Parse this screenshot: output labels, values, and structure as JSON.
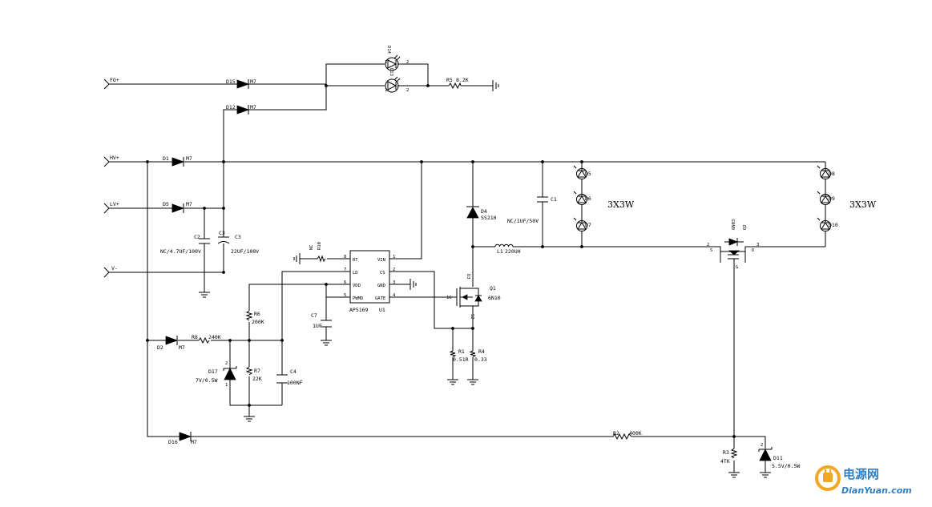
{
  "ports": {
    "fo": "FO+",
    "hv": "HV+",
    "lv": "LV+",
    "vneg": "V-"
  },
  "diodes": {
    "d15": {
      "ref": "D15",
      "value": "M7"
    },
    "d12": {
      "ref": "D12",
      "value": "M7"
    },
    "d1": {
      "ref": "D1",
      "value": "M7"
    },
    "d5": {
      "ref": "D5",
      "value": "M7"
    },
    "d2": {
      "ref": "D2",
      "value": "M7"
    },
    "d16": {
      "ref": "D16",
      "value": "M7"
    },
    "d4": {
      "ref": "D4",
      "value": "SS210"
    },
    "d17": {
      "ref": "D17",
      "value": "7V/0.5W"
    },
    "d11": {
      "ref": "D11",
      "value": "5.5V/0.5W"
    }
  },
  "leds": {
    "d14": "D14",
    "d13": "D13",
    "d5l": "D5",
    "d6": "D6",
    "d7": "D7",
    "d8": "D8",
    "d9": "D9",
    "d10": "D10",
    "pin1": "1",
    "pin2": "2"
  },
  "resistors": {
    "r5": {
      "ref": "R5",
      "value": "8.2K"
    },
    "r10": {
      "ref": "R10",
      "value": "NC"
    },
    "r6": {
      "ref": "R6",
      "value": "200K"
    },
    "r8": {
      "ref": "R8",
      "value": "240K"
    },
    "r7": {
      "ref": "R7",
      "value": "22K"
    },
    "r1": {
      "ref": "R1",
      "value": "0.51R"
    },
    "r4": {
      "ref": "R4",
      "value": "0.33"
    },
    "r2": {
      "ref": "R2",
      "value": "400K"
    },
    "r3": {
      "ref": "R3",
      "value": "4TK"
    }
  },
  "caps": {
    "c2": {
      "ref": "C2",
      "value": "NC/4.7UF/100V"
    },
    "c3": {
      "ref": "C3",
      "value": "22UF/100V"
    },
    "c1": {
      "ref": "C1",
      "value": "NC/1UF/50V"
    },
    "c7": {
      "ref": "C7",
      "value": "1UF"
    },
    "c4": {
      "ref": "C4",
      "value": "100NF"
    }
  },
  "inductor": {
    "ref": "L1",
    "value": "220UH"
  },
  "ic": {
    "ref": "U1",
    "part": "AP5169",
    "pins_left": [
      {
        "num": "8",
        "name": "RT"
      },
      {
        "num": "7",
        "name": "LD"
      },
      {
        "num": "6",
        "name": "VDD"
      },
      {
        "num": "5",
        "name": "PWMD"
      }
    ],
    "pins_right": [
      {
        "num": "1",
        "name": "VIN"
      },
      {
        "num": "2",
        "name": "CS"
      },
      {
        "num": "3",
        "name": "GND"
      },
      {
        "num": "4",
        "name": "GATE"
      }
    ]
  },
  "mosfets": {
    "q1": {
      "ref": "Q1",
      "value": "6N10",
      "pin_d": "D3",
      "pin_s": "S2",
      "pin_g": "1G"
    },
    "q2": {
      "ref": "Q2",
      "value": "6N03",
      "pin_g": "G",
      "pin_s": "S",
      "pin_d": "D",
      "pin2": "2",
      "pin3": "3"
    }
  },
  "groups": {
    "left": "3X3W",
    "right": "3X3W"
  },
  "watermark": {
    "cn": "电源网",
    "en": "DianYuan.com"
  }
}
